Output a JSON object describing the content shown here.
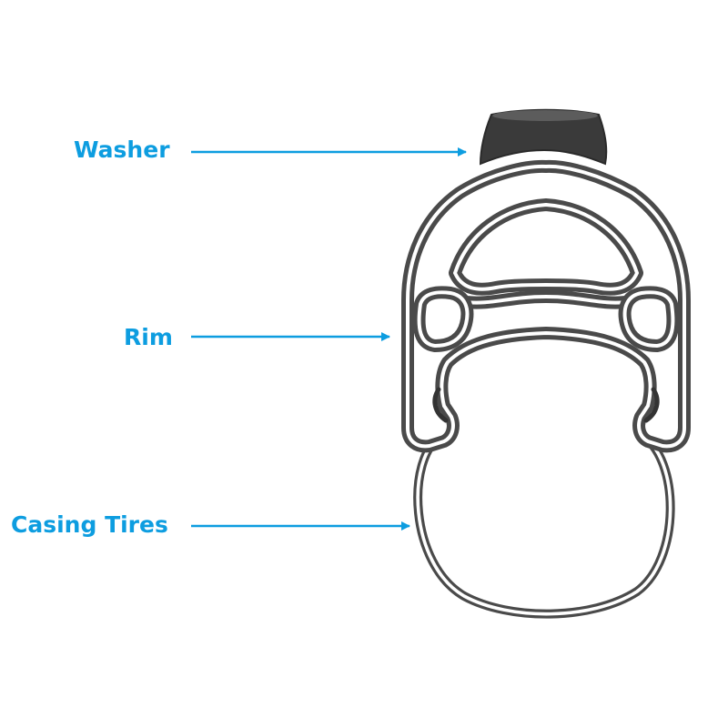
{
  "labels": {
    "washer": "Washer",
    "rim": "Rim",
    "casing_tires": "Casing Tires"
  },
  "colors": {
    "label": "#0d9de0",
    "arrow": "#0d9de0",
    "outline": "#4a4a4a",
    "washer_fill": "#3a3a3a",
    "background": "#ffffff"
  }
}
